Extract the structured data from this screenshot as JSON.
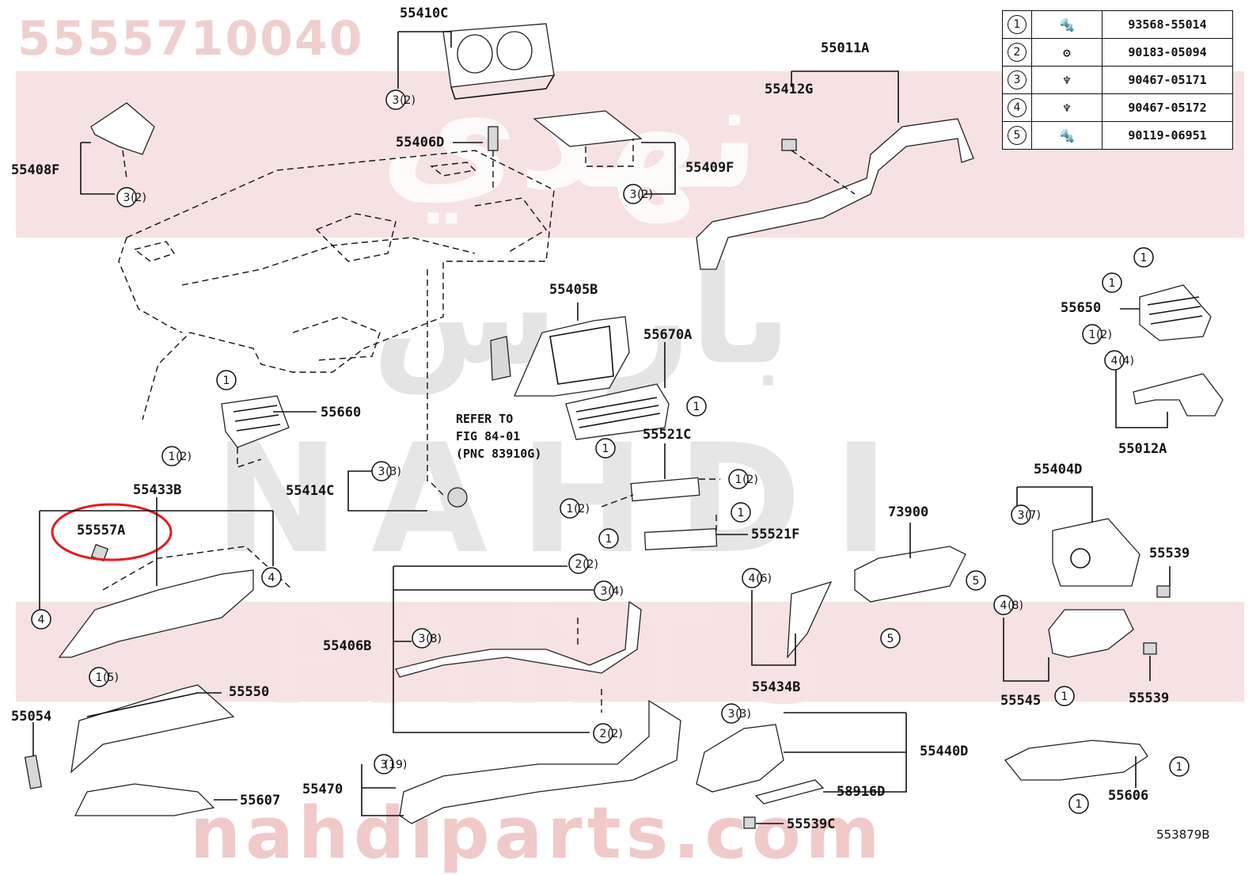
{
  "watermarks": {
    "top_left_number": "5555710040",
    "arabic_top": "نهدي",
    "arabic_mid": "باريس",
    "latin_mid": "NAHDI",
    "latin_parts": "PARTS",
    "site": "nahdiparts.com"
  },
  "legend": [
    {
      "num": "1",
      "icon": "bolt-icon",
      "part": "93568-55014"
    },
    {
      "num": "2",
      "icon": "nut-clip-icon",
      "part": "90183-05094"
    },
    {
      "num": "3",
      "icon": "clip-icon",
      "part": "90467-05171"
    },
    {
      "num": "4",
      "icon": "clip-icon",
      "part": "90467-05172"
    },
    {
      "num": "5",
      "icon": "screw-icon",
      "part": "90119-06951"
    }
  ],
  "labels": {
    "l55410C": "55410C",
    "l55011A": "55011A",
    "l55412G": "55412G",
    "l55406D": "55406D",
    "l55408F": "55408F",
    "l55409F": "55409F",
    "l55405B": "55405B",
    "l55670A": "55670A",
    "l55650": "55650",
    "l55660": "55660",
    "l55521C": "55521C",
    "l55012A": "55012A",
    "l55414C": "55414C",
    "l55433B": "55433B",
    "l55557A": "55557A",
    "l55521F": "55521F",
    "l55404D": "55404D",
    "l73900": "73900",
    "l55539a": "55539",
    "l55539b": "55539",
    "l55406B": "55406B",
    "l55434B": "55434B",
    "l55545": "55545",
    "l55550": "55550",
    "l55054": "55054",
    "l55440D": "55440D",
    "l55470": "55470",
    "l58916D": "58916D",
    "l55606": "55606",
    "l55607": "55607",
    "l55539C": "55539C",
    "diagram_code": "553879B"
  },
  "refer_note": [
    "REFER TO",
    "FIG 84-01",
    "(PNC 83910G)"
  ],
  "fasteners": [
    {
      "n": "3",
      "q": "(2)"
    },
    {
      "n": "3",
      "q": "(2)"
    },
    {
      "n": "3",
      "q": "(2)"
    },
    {
      "n": "1",
      "q": ""
    },
    {
      "n": "1",
      "q": ""
    },
    {
      "n": "1",
      "q": "(2)"
    },
    {
      "n": "4",
      "q": "(4)"
    },
    {
      "n": "1",
      "q": ""
    },
    {
      "n": "1",
      "q": ""
    },
    {
      "n": "1",
      "q": "(2)"
    },
    {
      "n": "1",
      "q": ""
    },
    {
      "n": "3",
      "q": "(3)"
    },
    {
      "n": "1",
      "q": "(2)"
    },
    {
      "n": "1",
      "q": "(2)"
    },
    {
      "n": "1",
      "q": ""
    },
    {
      "n": "1",
      "q": ""
    },
    {
      "n": "3",
      "q": "(7)"
    },
    {
      "n": "4",
      "q": ""
    },
    {
      "n": "4",
      "q": ""
    },
    {
      "n": "1",
      "q": "(5)"
    },
    {
      "n": "2",
      "q": "(2)"
    },
    {
      "n": "3",
      "q": "(4)"
    },
    {
      "n": "3",
      "q": "(8)"
    },
    {
      "n": "4",
      "q": "(6)"
    },
    {
      "n": "5",
      "q": ""
    },
    {
      "n": "5",
      "q": ""
    },
    {
      "n": "4",
      "q": "(8)"
    },
    {
      "n": "1",
      "q": ""
    },
    {
      "n": "2",
      "q": "(2)"
    },
    {
      "n": "3",
      "q": "(3)"
    },
    {
      "n": "3",
      "q": "(19)"
    },
    {
      "n": "1",
      "q": ""
    },
    {
      "n": "1",
      "q": ""
    }
  ],
  "highlight": {
    "color": "#e8191f"
  }
}
